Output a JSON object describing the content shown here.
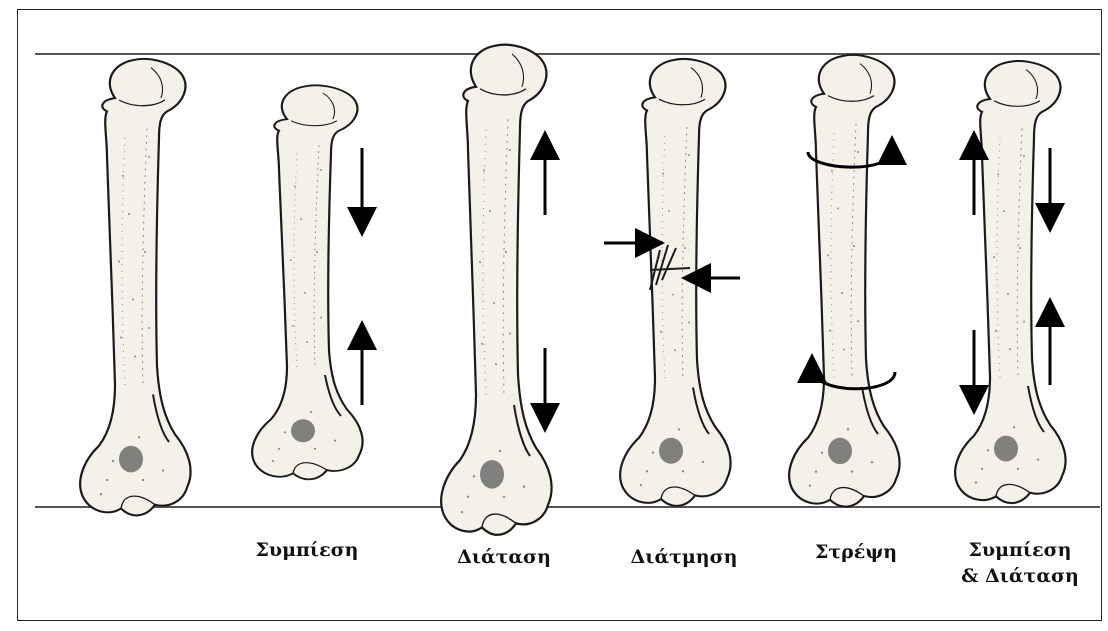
{
  "labels": {
    "bone1": "",
    "compression": "Συμπίεση",
    "tension": "Διάταση",
    "shear": "Διάτμηση",
    "torsion": "Στρέψη",
    "combined_line1": "Συμπίεση",
    "combined_line2": "& Διάταση"
  },
  "colors": {
    "bone_fill": "#f4f1ea",
    "bone_outline": "#1a1a1a",
    "stipple": "#8a8a8a",
    "arrow": "#000000",
    "guide_line": "#555555"
  },
  "icons": {
    "arrow_up": "arrow-up-icon",
    "arrow_down": "arrow-down-icon",
    "arrow_right": "arrow-right-icon",
    "arrow_left": "arrow-left-icon",
    "torsion_arrow": "curved-arrow-icon"
  }
}
